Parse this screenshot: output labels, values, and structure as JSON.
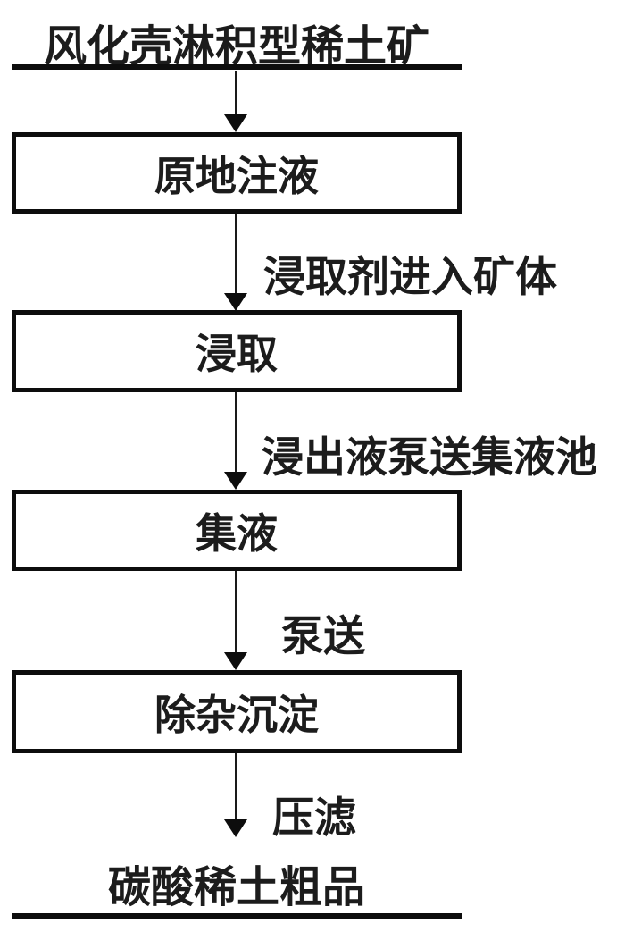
{
  "flowchart": {
    "title": "风化壳淋积型稀土矿",
    "steps": [
      {
        "label": "原地注液"
      },
      {
        "label": "浸取"
      },
      {
        "label": "集液"
      },
      {
        "label": "除杂沉淀"
      }
    ],
    "arrows": [
      {
        "label": ""
      },
      {
        "label": "浸取剂进入矿体"
      },
      {
        "label": "浸出液泵送集液池"
      },
      {
        "label": "泵送"
      },
      {
        "label": "压滤"
      }
    ],
    "result": "碳酸稀土粗品",
    "colors": {
      "ink": "#1c1c1c",
      "line": "#0d0d0d",
      "background": "#ffffff"
    }
  }
}
